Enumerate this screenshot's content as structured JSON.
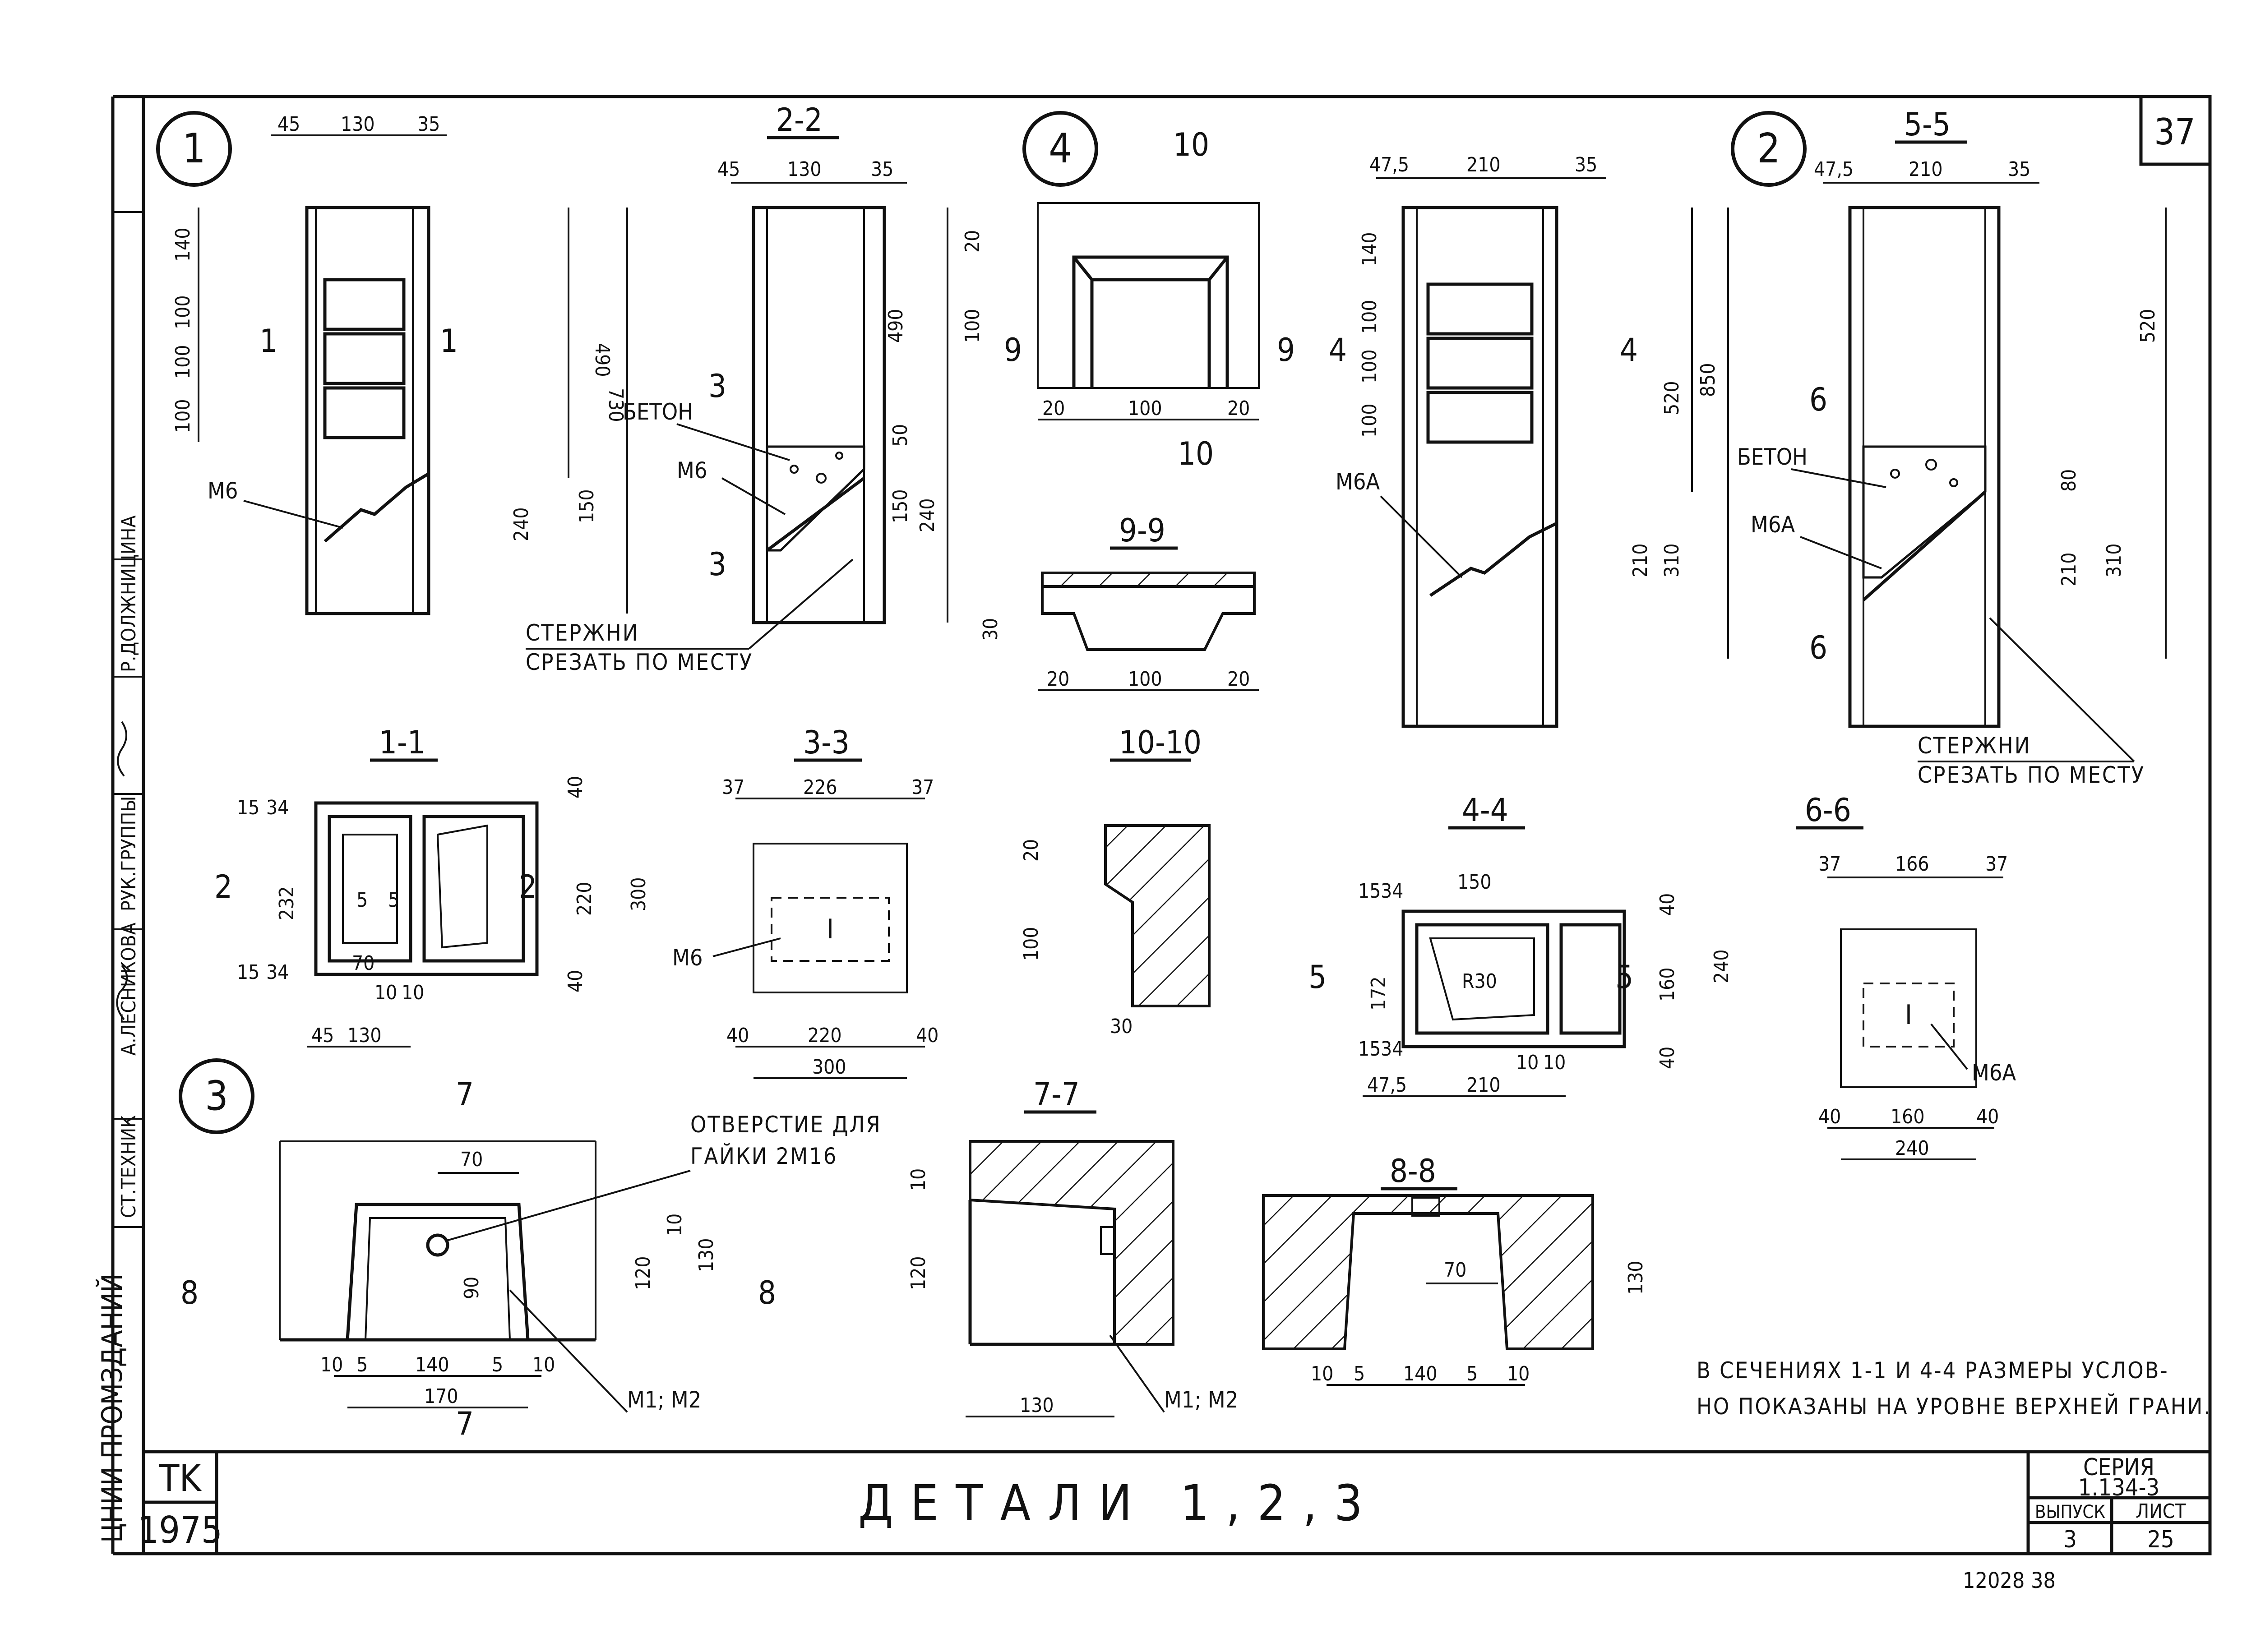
{
  "sheet": {
    "number_box": "37",
    "title": "ДЕТАЛИ 1,2,3",
    "stamp": {
      "org": "TK",
      "year": "1975"
    },
    "series_label": "СЕРИЯ",
    "series_value": "1.134-3",
    "issue_label": "ВЫПУСК",
    "issue_value": "3",
    "sheet_label": "ЛИСТ",
    "sheet_value": "25",
    "sidebar": {
      "org_vertical": "ЦНИИ ПРОМЗДАНИЙ",
      "roles": [
        "СТ.ТЕХНИК",
        "А.ЛЕСНИКОВА",
        "РУК.ГРУППЫ",
        "Р.ДОЛЖНИЦИНА"
      ]
    },
    "bottom_scribble": "12028 38"
  },
  "details": {
    "d1": {
      "id": "1",
      "section": "1-1",
      "dims_top": [
        "45",
        "130",
        "35"
      ],
      "dims_left": [
        "140",
        "100",
        "100",
        "100"
      ],
      "dims_right": [
        "490",
        "730",
        "150",
        "240"
      ],
      "mark": "М6",
      "cuts": [
        "1",
        "1"
      ]
    },
    "d2_2": {
      "section": "2-2",
      "dims_top": [
        "45",
        "130",
        "35"
      ],
      "dims_right": [
        "490",
        "50",
        "150",
        "240"
      ],
      "concrete": "БЕТОН",
      "mark": "М6",
      "cuts": [
        "3",
        "3"
      ],
      "note_line1": "СТЕРЖНИ",
      "note_line2": "СРЕЗАТЬ ПО МЕСТУ"
    },
    "d4": {
      "id": "4",
      "cut": "10",
      "dims_left": [
        "20",
        "100"
      ],
      "dims_bottom": [
        "20",
        "100",
        "20"
      ],
      "cuts": [
        "9",
        "9"
      ]
    },
    "d9_9": {
      "section": "9-9",
      "dims": [
        "30",
        "20",
        "100",
        "20"
      ]
    },
    "d4_main": {
      "dims_top": [
        "47,5",
        "210",
        "35"
      ],
      "dims_left": [
        "140",
        "100",
        "100",
        "100"
      ],
      "dims_right": [
        "520",
        "850",
        "210",
        "310"
      ],
      "mark": "М6А",
      "cuts": [
        "4",
        "4"
      ]
    },
    "d2": {
      "id": "2",
      "section": "5-5",
      "dims_top": [
        "47,5",
        "210",
        "35"
      ],
      "dims_right": [
        "520",
        "80",
        "210",
        "310"
      ],
      "concrete": "БЕТОН",
      "mark": "М6А",
      "cuts": [
        "6",
        "6"
      ],
      "note_line1": "СТЕРЖНИ",
      "note_line2": "СРЕЗАТЬ ПО МЕСТУ"
    },
    "s1_1": {
      "section": "1-1",
      "dims": [
        "15",
        "34",
        "232",
        "5",
        "5",
        "220",
        "300",
        "40",
        "40",
        "15",
        "34",
        "70",
        "10",
        "10",
        "45",
        "130"
      ],
      "cuts": [
        "2",
        "2"
      ]
    },
    "s3_3": {
      "section": "3-3",
      "dims": [
        "37",
        "226",
        "37",
        "40",
        "220",
        "40",
        "300"
      ],
      "mark": "М6",
      "label": "I"
    },
    "s10_10": {
      "section": "10-10",
      "dims": [
        "20",
        "100",
        "30"
      ]
    },
    "s4_4": {
      "section": "4-4",
      "dims": [
        "15",
        "34",
        "150",
        "172",
        "R30",
        "40",
        "160",
        "240",
        "40",
        "15",
        "34",
        "47,5",
        "210",
        "10",
        "10"
      ],
      "cuts": [
        "5",
        "5"
      ]
    },
    "s6_6": {
      "section": "6-6",
      "dims": [
        "37",
        "166",
        "37",
        "40",
        "160",
        "40",
        "240"
      ],
      "mark": "М6А",
      "label": "I"
    },
    "d3": {
      "id": "3",
      "cuts": [
        "7",
        "7",
        "8",
        "8"
      ],
      "dims": [
        "70",
        "10",
        "120",
        "130",
        "90",
        "10",
        "5",
        "140",
        "5",
        "10",
        "170"
      ],
      "hole_line1": "ОТВЕРСТИЕ ДЛЯ",
      "hole_line2": "ГАЙКИ 2М16",
      "mark": "М1; М2"
    },
    "s7_7": {
      "section": "7-7",
      "dims": [
        "10",
        "120",
        "130"
      ],
      "mark": "М1; М2"
    },
    "s8_8": {
      "section": "8-8",
      "dims": [
        "70",
        "130",
        "10",
        "5",
        "140",
        "5",
        "10"
      ]
    }
  },
  "note": {
    "line1": "В СЕЧЕНИЯХ 1-1 И 4-4 РАЗМЕРЫ УСЛОВ-",
    "line2": "НО ПОКАЗАНЫ НА УРОВНЕ ВЕРХНЕЙ ГРАНИ."
  }
}
